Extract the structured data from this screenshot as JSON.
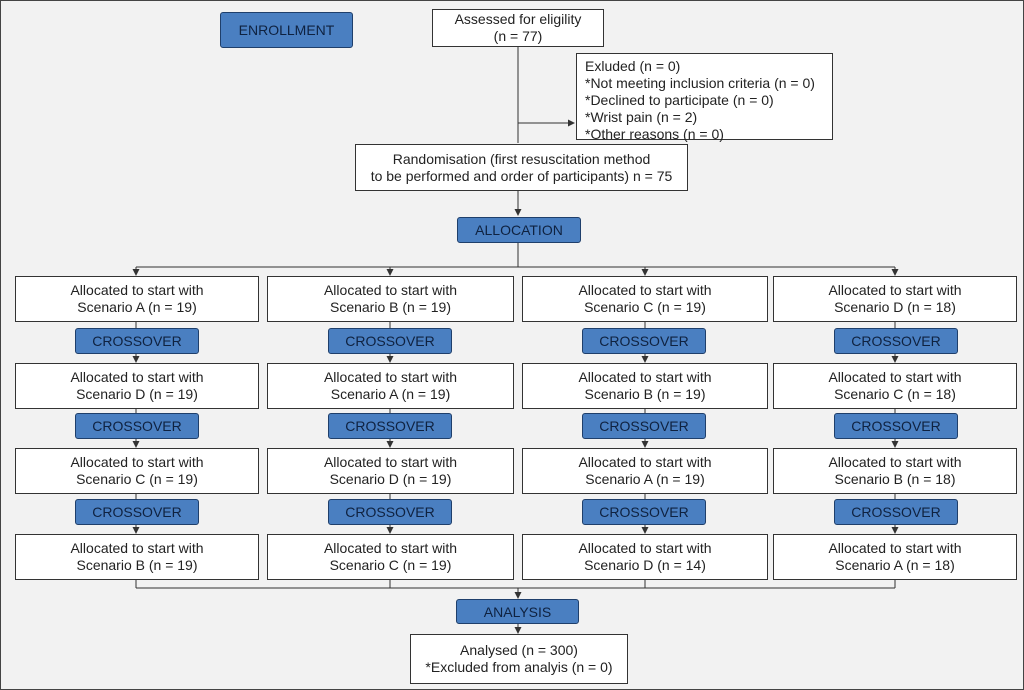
{
  "labels": {
    "enrollment": "ENROLLMENT",
    "allocation": "ALLOCATION",
    "crossover": "CROSSOVER",
    "analysis": "ANALYSIS"
  },
  "assessed": {
    "line1": "Assessed for eligility",
    "line2": "(n = 77)"
  },
  "excluded": [
    "Exluded (n = 0)",
    "*Not meeting inclusion criteria (n = 0)",
    "*Declined to participate (n = 0)",
    "*Wrist pain (n = 2)",
    "*Other reasons (n = 0)"
  ],
  "randomisation": {
    "line1": "Randomisation (first resuscitation method",
    "line2": "to be performed and order of participants) n = 75"
  },
  "allocated_prefix": "Allocated to start with",
  "columns": [
    {
      "rows": [
        "Scenario A (n = 19)",
        "Scenario D (n = 19)",
        "Scenario C (n = 19)",
        "Scenario B (n = 19)"
      ]
    },
    {
      "rows": [
        "Scenario B (n = 19)",
        "Scenario A (n = 19)",
        "Scenario D (n = 19)",
        "Scenario C (n = 19)"
      ]
    },
    {
      "rows": [
        "Scenario C (n = 19)",
        "Scenario B (n = 19)",
        "Scenario A (n = 19)",
        "Scenario D (n = 14)"
      ]
    },
    {
      "rows": [
        "Scenario D (n = 18)",
        "Scenario C (n = 18)",
        "Scenario B (n = 18)",
        "Scenario A (n = 18)"
      ]
    }
  ],
  "analysed": {
    "line1": "Analysed (n = 300)",
    "line2": "*Excluded from analyis (n = 0)"
  },
  "colors": {
    "label_fill": "#4a7fc1",
    "line": "#333333"
  }
}
